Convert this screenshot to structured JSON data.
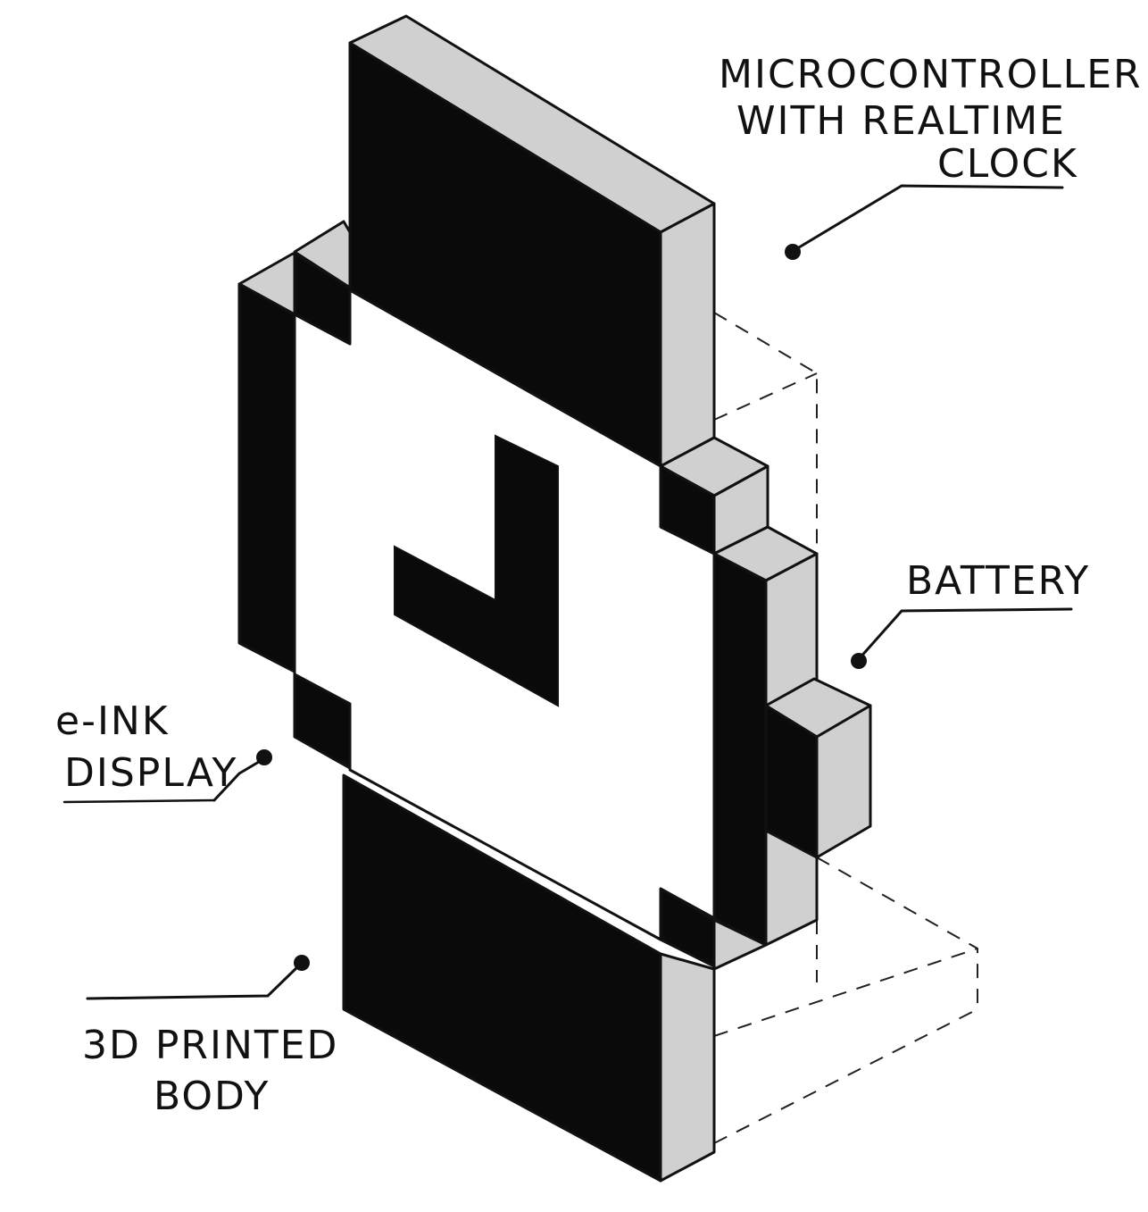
{
  "labels": {
    "microcontroller": [
      "MICROCONTROLLER",
      "WITH REALTIME",
      "CLOCK"
    ],
    "battery": [
      "BATTERY"
    ],
    "eink": [
      "e-INK",
      "DISPLAY"
    ],
    "body": [
      "3D PRINTED",
      "BODY"
    ]
  },
  "colors": {
    "black": "#0a0a0a",
    "gray": "#d0d0d0",
    "display": "#ffffff",
    "ink": "#111111"
  }
}
